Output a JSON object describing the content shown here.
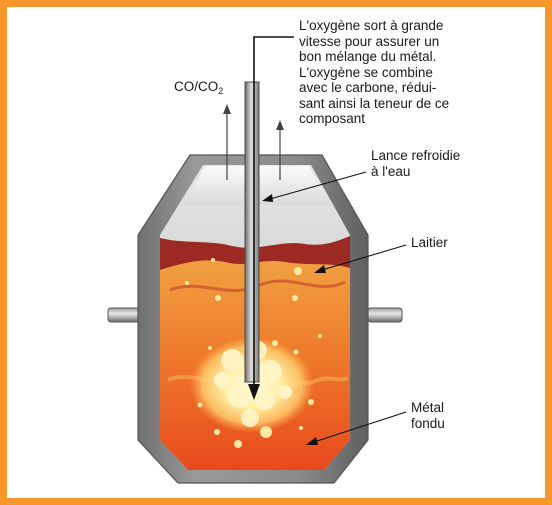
{
  "labels": {
    "gas_main": "CO/CO",
    "gas_sub": "2",
    "oxygen_lines": [
      "L'oxygène sort à grande",
      "vitesse pour assurer un",
      "bon mélange du métal.",
      "L'oxygène se combine",
      "avec le carbone, rédui-",
      "sant ainsi la teneur de ce",
      "composant"
    ],
    "lance_lines": [
      "Lance refroidie",
      "à l'eau"
    ],
    "slag": "Laitier",
    "metal_lines": [
      "Métal",
      "fondu"
    ]
  },
  "colors": {
    "border": "#f7962b",
    "shell": "#8c8c8c",
    "slag": "#a12a1f",
    "molten": "#e8501e",
    "hot_core": "#fff3b0"
  },
  "icons": [
    "gas-arrow-icon",
    "oxygen-arrow-icon"
  ]
}
